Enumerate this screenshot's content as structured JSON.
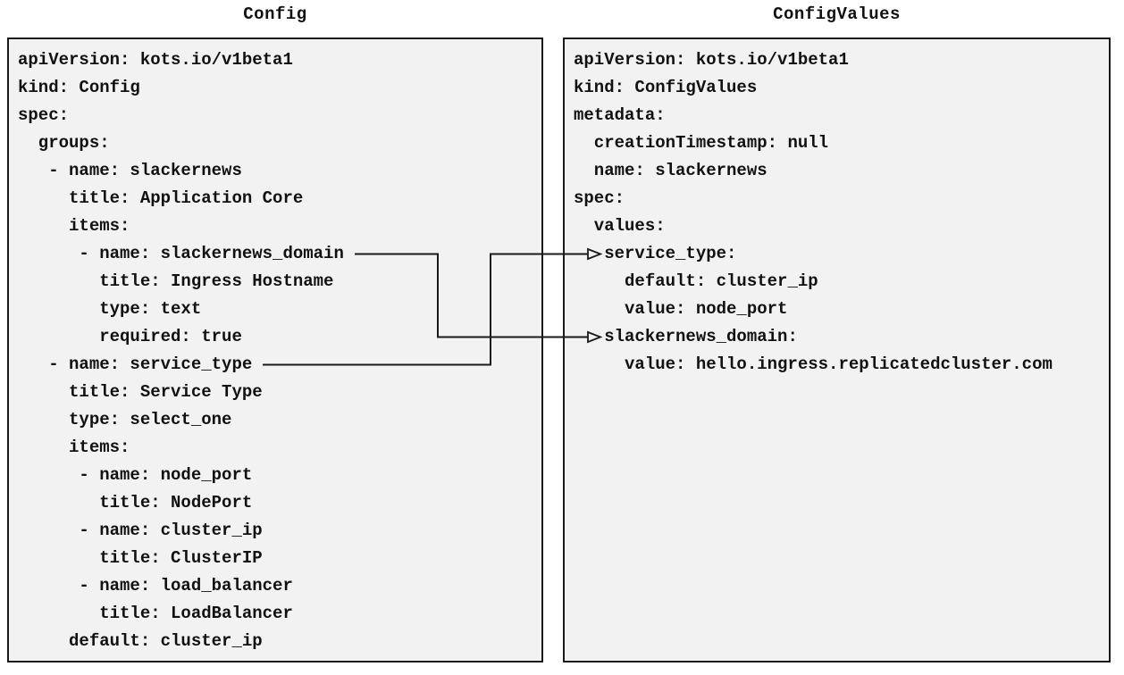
{
  "left_panel": {
    "title": "Config",
    "yaml_lines": [
      "apiVersion: kots.io/v1beta1",
      "kind: Config",
      "spec:",
      "  groups:",
      "   - name: slackernews",
      "     title: Application Core",
      "     items:",
      "      - name: slackernews_domain",
      "        title: Ingress Hostname",
      "        type: text",
      "        required: true",
      "   - name: service_type",
      "     title: Service Type",
      "     type: select_one",
      "     items:",
      "      - name: node_port",
      "        title: NodePort",
      "      - name: cluster_ip",
      "        title: ClusterIP",
      "      - name: load_balancer",
      "        title: LoadBalancer",
      "     default: cluster_ip"
    ]
  },
  "right_panel": {
    "title": "ConfigValues",
    "yaml_lines": [
      "apiVersion: kots.io/v1beta1",
      "kind: ConfigValues",
      "metadata:",
      "  creationTimestamp: null",
      "  name: slackernews",
      "spec:",
      "  values:",
      "   service_type:",
      "     default: cluster_ip",
      "     value: node_port",
      "   slackernews_domain:",
      "     value: hello.ingress.replicatedcluster.com"
    ]
  },
  "connections": [
    {
      "from": "Config item name: slackernews_domain",
      "to": "ConfigValues value key: slackernews_domain",
      "value_shown": "hello.ingress.replicatedcluster.com"
    },
    {
      "from": "Config item name: service_type",
      "to": "ConfigValues value key: service_type",
      "value_shown": "node_port"
    }
  ],
  "colors": {
    "page_bg": "#ffffff",
    "panel_bg": "#f2f2f2",
    "panel_border": "#1a1a1a",
    "text": "#111111",
    "arrow": "#1a1a1a"
  }
}
